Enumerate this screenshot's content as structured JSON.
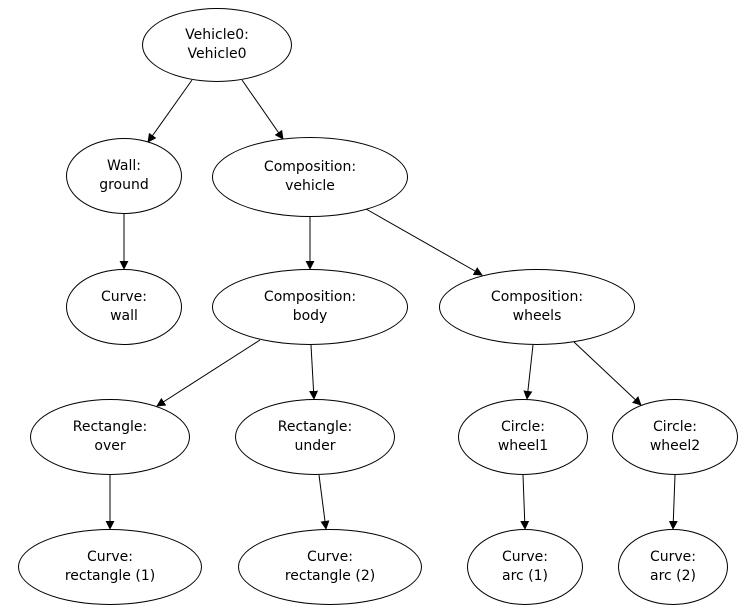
{
  "colors": {
    "background": "#ffffff",
    "node_fill": "#ffffff",
    "node_stroke": "#000000",
    "edge": "#000000",
    "text": "#000000"
  },
  "nodes": {
    "vehicle0": {
      "line1": "Vehicle0:",
      "line2": "Vehicle0"
    },
    "wall_ground": {
      "line1": "Wall:",
      "line2": "ground"
    },
    "composition_vehicle": {
      "line1": "Composition:",
      "line2": "vehicle"
    },
    "curve_wall": {
      "line1": "Curve:",
      "line2": "wall"
    },
    "composition_body": {
      "line1": "Composition:",
      "line2": "body"
    },
    "composition_wheels": {
      "line1": "Composition:",
      "line2": "wheels"
    },
    "rectangle_over": {
      "line1": "Rectangle:",
      "line2": "over"
    },
    "rectangle_under": {
      "line1": "Rectangle:",
      "line2": "under"
    },
    "circle_wheel1": {
      "line1": "Circle:",
      "line2": "wheel1"
    },
    "circle_wheel2": {
      "line1": "Circle:",
      "line2": "wheel2"
    },
    "curve_rectangle1": {
      "line1": "Curve:",
      "line2": "rectangle (1)"
    },
    "curve_rectangle2": {
      "line1": "Curve:",
      "line2": "rectangle (2)"
    },
    "curve_arc1": {
      "line1": "Curve:",
      "line2": "arc (1)"
    },
    "curve_arc2": {
      "line1": "Curve:",
      "line2": "arc (2)"
    }
  },
  "edges": [
    {
      "from": "vehicle0",
      "to": "wall_ground"
    },
    {
      "from": "vehicle0",
      "to": "composition_vehicle"
    },
    {
      "from": "wall_ground",
      "to": "curve_wall"
    },
    {
      "from": "composition_vehicle",
      "to": "composition_body"
    },
    {
      "from": "composition_vehicle",
      "to": "composition_wheels"
    },
    {
      "from": "composition_body",
      "to": "rectangle_over"
    },
    {
      "from": "composition_body",
      "to": "rectangle_under"
    },
    {
      "from": "composition_wheels",
      "to": "circle_wheel1"
    },
    {
      "from": "composition_wheels",
      "to": "circle_wheel2"
    },
    {
      "from": "rectangle_over",
      "to": "curve_rectangle1"
    },
    {
      "from": "rectangle_under",
      "to": "curve_rectangle2"
    },
    {
      "from": "circle_wheel1",
      "to": "curve_arc1"
    },
    {
      "from": "circle_wheel2",
      "to": "curve_arc2"
    }
  ]
}
